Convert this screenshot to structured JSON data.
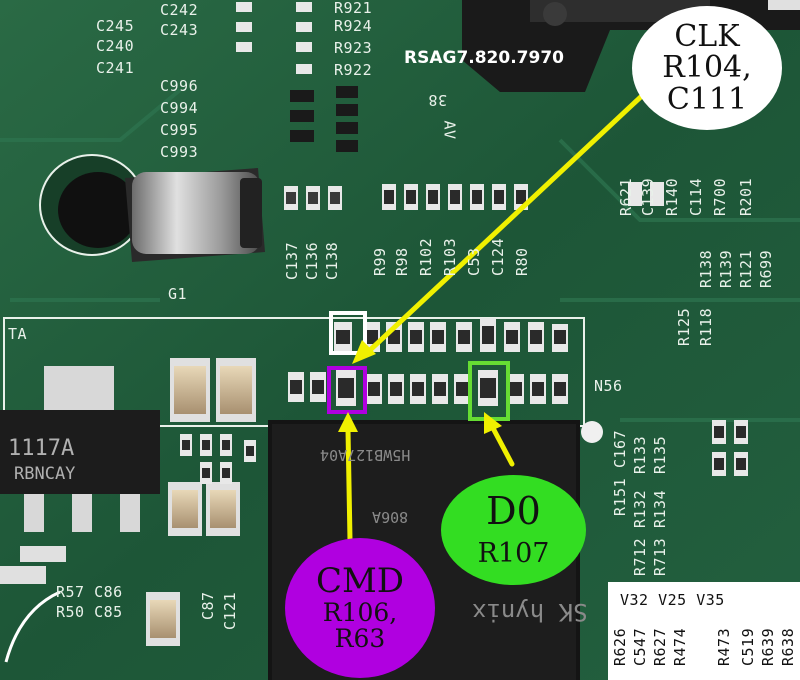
{
  "colors": {
    "pcb": "#1f5a3a",
    "silkscreen": "#e9f1ea",
    "clk_box": "#ffffff",
    "cmd_box": "#b000e0",
    "d0_box": "#33dd22",
    "arrow": "#f0f000"
  },
  "title_label": "RSAG7.820.7970",
  "callouts": {
    "clk": {
      "line1": "CLK",
      "line2": "R104,",
      "line3": "C111"
    },
    "d0": {
      "name": "D0",
      "ref": "R107"
    },
    "cmd": {
      "name": "CMD",
      "ref1": "R106,",
      "ref2": "R63"
    }
  },
  "silkscreen": {
    "top_left": [
      "C245",
      "C240",
      "C241"
    ],
    "top_left_right": [
      "C242",
      "C243"
    ],
    "resistors_top": [
      "R921",
      "R924",
      "R923",
      "R922"
    ],
    "caps_mid": [
      "C996",
      "C994",
      "C995",
      "C993"
    ],
    "g1": "G1",
    "ta": "TA",
    "vertical_row": [
      "C137",
      "C136",
      "C138",
      "R99",
      "R98",
      "R102",
      "R103",
      "C53",
      "C124",
      "R80"
    ],
    "right_col_a": [
      "R621",
      "C139",
      "R140",
      "C114",
      "R700",
      "R201"
    ],
    "right_col_b": [
      "R125",
      "R138",
      "R139",
      "R121",
      "R699"
    ],
    "right_col_c": [
      "R118"
    ],
    "n56": "N56",
    "bottom_right_a": [
      "R151",
      "C167"
    ],
    "bottom_right_rows": [
      [
        "R712",
        "R132",
        "R133"
      ],
      [
        "R713",
        "R134",
        "R135"
      ]
    ],
    "v_labels": "V32 V25 V35",
    "bottom_vert": [
      "R626",
      "C547",
      "R627",
      "R474",
      "R473",
      "C519",
      "R639",
      "R638"
    ],
    "bottom_left": [
      "R57 C86",
      "R50 C85"
    ],
    "bottom_left_vert": [
      "C87",
      "C121"
    ],
    "reg_line1": "1117A",
    "reg_line2": "RBNCAY",
    "chip_mark1": "H5WB127A04",
    "chip_mark2": "SK hynix",
    "chip_mark3": "806A",
    "av_mark": "AV",
    "num38": "38"
  }
}
